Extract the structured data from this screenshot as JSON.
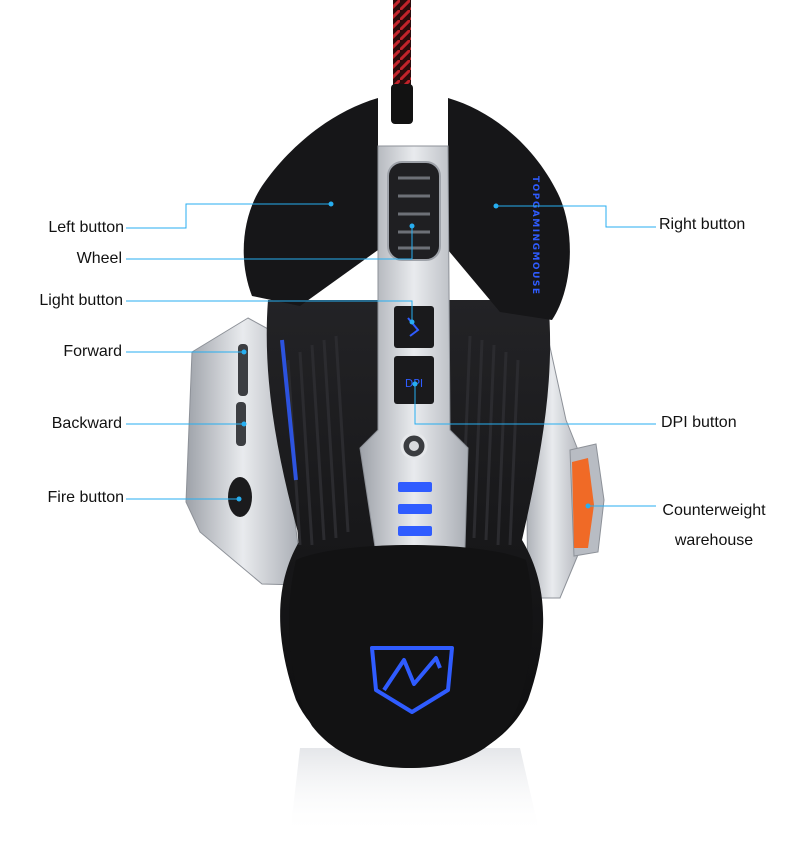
{
  "product": {
    "side_text": "TOPGAMINGMOUSE",
    "dpi_text": "DPI",
    "logo": "shield-lightning-logo",
    "accent_color": "#2f5cff",
    "leader_color": "#27aef0",
    "shell_color": "#151516",
    "silver_color": "#c9ccd2",
    "counterweight_color": "#f06a26"
  },
  "labels": {
    "left_button": "Left button",
    "wheel": "Wheel",
    "light_button": "Light button",
    "forward": "Forward",
    "backward": "Backward",
    "fire_button": "Fire button",
    "right_button": "Right button",
    "dpi_button": "DPI button",
    "counterweight_line1": "Counterweight",
    "counterweight_line2": "warehouse"
  }
}
